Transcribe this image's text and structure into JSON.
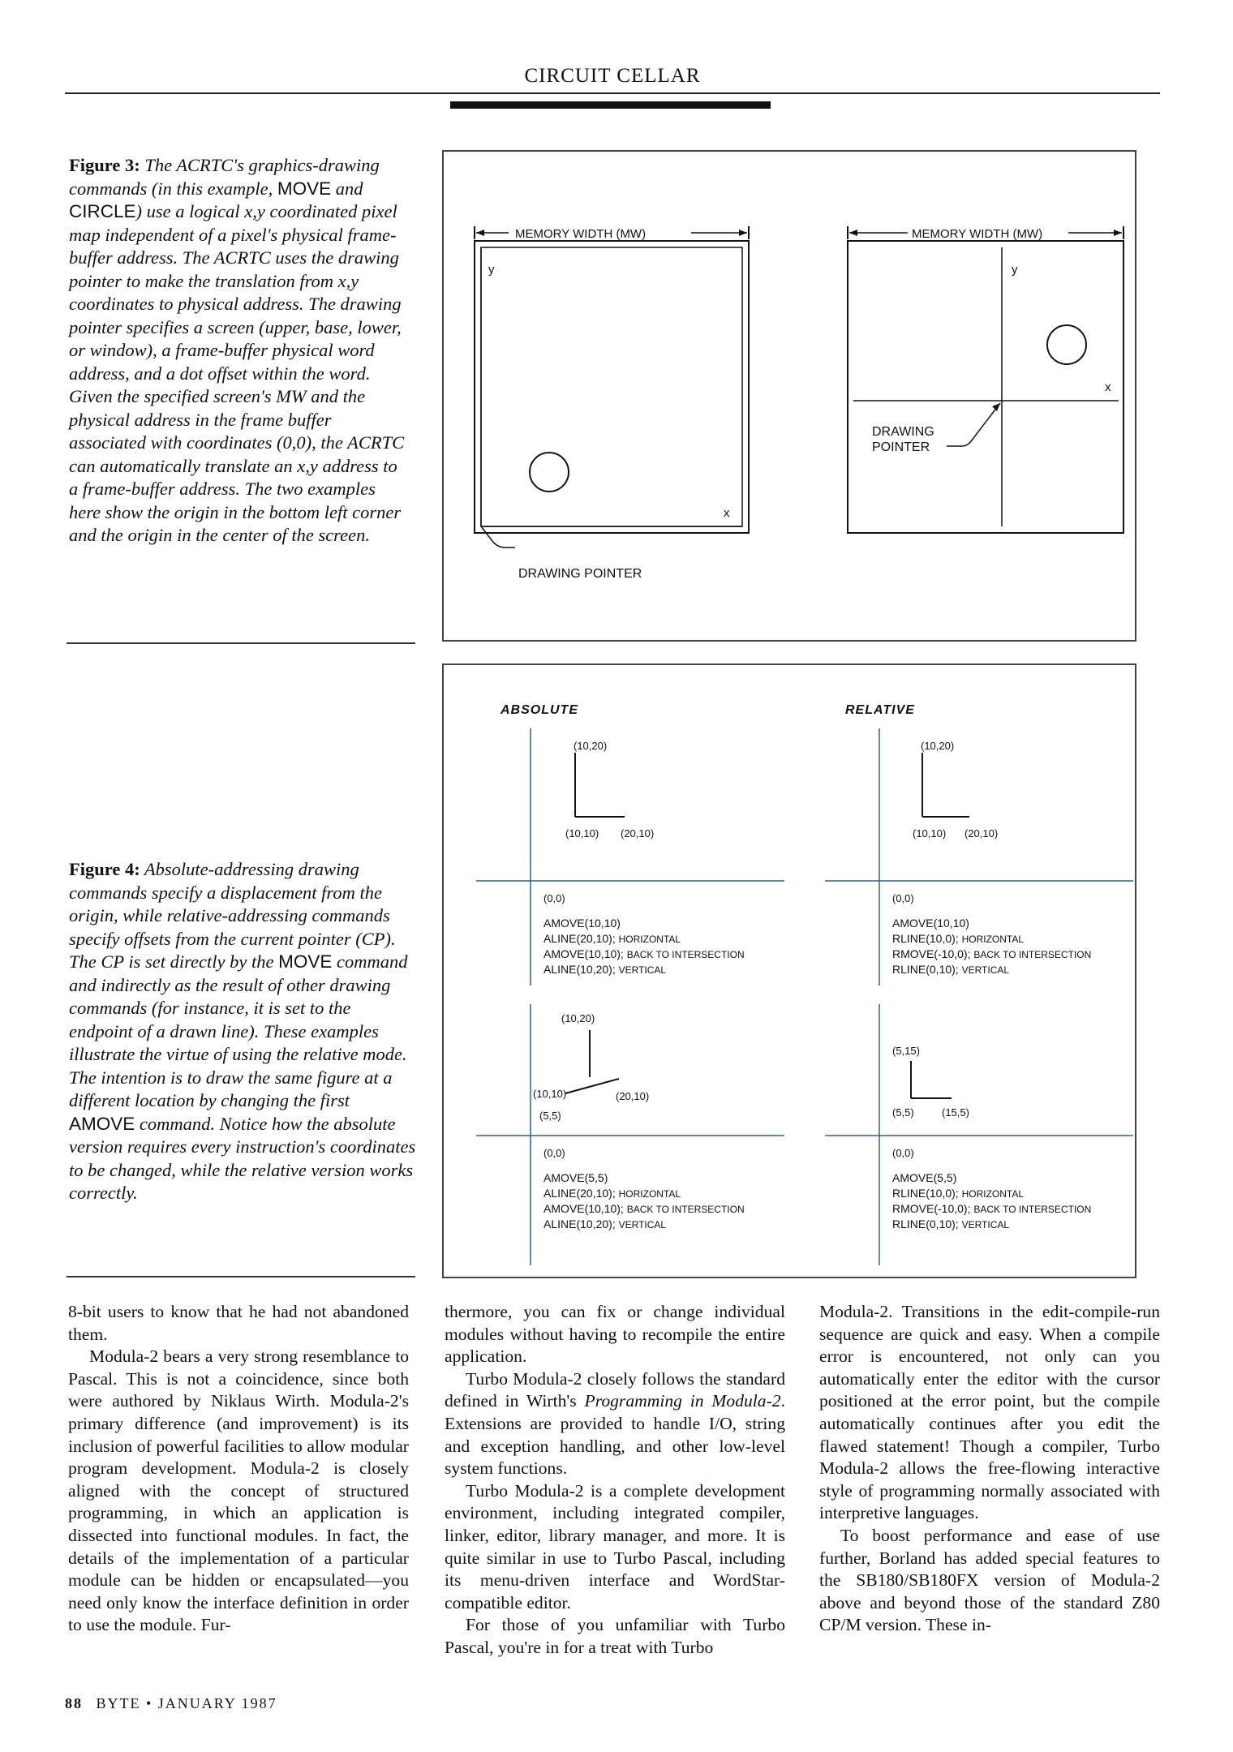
{
  "header": {
    "title": "CIRCUIT CELLAR"
  },
  "figure3": {
    "caption_label": "Figure 3:",
    "caption_parts": [
      "The ACRTC's graphics-drawing commands (in this example, ",
      "MOVE",
      " and ",
      "CIRCLE",
      ") use a logical x,y coordinated pixel map independent of a pixel's physical frame-buffer address. The ACRTC uses the drawing pointer to make the translation from x,y coordinates to physical address. The drawing pointer specifies a screen (upper, base, lower, or window), a frame-buffer physical word address, and a dot offset within the word. Given the specified screen's MW and the physical address in the frame buffer associated with coordinates (0,0), the ACRTC can automatically translate an x,y address to a frame-buffer address. The two examples here show the origin in the bottom left corner and the origin in the center of the screen."
    ],
    "left": {
      "width_label": "MEMORY WIDTH (MW)",
      "y_label": "y",
      "x_label": "x",
      "pointer_label": "DRAWING POINTER"
    },
    "right": {
      "width_label": "MEMORY WIDTH (MW)",
      "y_label": "y",
      "x_label": "x",
      "pointer_line1": "DRAWING",
      "pointer_line2": "POINTER"
    }
  },
  "figure4": {
    "caption_label": "Figure 4:",
    "caption_parts": [
      "Absolute-addressing drawing commands specify a displacement from the origin, while relative-addressing commands specify offsets from the current pointer (CP). The CP is set directly by the ",
      "MOVE",
      " command and indirectly as the result of other drawing commands (for instance, it is set to the endpoint of a drawn line). These examples illustrate the virtue of using the relative mode. The intention is to draw the same figure at a different location by changing the first ",
      "AMOVE",
      " command. Notice how the absolute version requires every instruction's coordinates to be changed, while the relative version works correctly."
    ],
    "absolute_title": "ABSOLUTE",
    "relative_title": "RELATIVE",
    "abs_top": {
      "p_top": "(10,20)",
      "p_corner": "(10,10)",
      "p_right": "(20,10)",
      "origin": "(0,0)",
      "code": [
        [
          "AMOVE(10,10)",
          ""
        ],
        [
          "ALINE(20,10); ",
          "HORIZONTAL"
        ],
        [
          "AMOVE(10,10); ",
          "BACK TO INTERSECTION"
        ],
        [
          "ALINE(10,20); ",
          "VERTICAL"
        ]
      ]
    },
    "rel_top": {
      "p_top": "(10,20)",
      "p_corner": "(10,10)",
      "p_right": "(20,10)",
      "origin": "(0,0)",
      "code": [
        [
          "AMOVE(10,10)",
          ""
        ],
        [
          "RLINE(10,0); ",
          "HORIZONTAL"
        ],
        [
          "RMOVE(-10,0); ",
          "BACK TO INTERSECTION"
        ],
        [
          "RLINE(0,10); ",
          "VERTICAL"
        ]
      ]
    },
    "abs_bottom": {
      "p_top": "(10,20)",
      "p_corner": "(10,10)",
      "p_right": "(20,10)",
      "p_start": "(5,5)",
      "origin": "(0,0)",
      "code": [
        [
          "AMOVE(5,5)",
          ""
        ],
        [
          "ALINE(20,10); ",
          "HORIZONTAL"
        ],
        [
          "AMOVE(10,10); ",
          "BACK TO INTERSECTION"
        ],
        [
          "ALINE(10,20); ",
          "VERTICAL"
        ]
      ]
    },
    "rel_bottom": {
      "p_top": "(5,15)",
      "p_corner": "(5,5)",
      "p_right": "(15,5)",
      "origin": "(0,0)",
      "code": [
        [
          "AMOVE(5,5)",
          ""
        ],
        [
          "RLINE(10,0); ",
          "HORIZONTAL"
        ],
        [
          "RMOVE(-10,0); ",
          "BACK TO INTERSECTION"
        ],
        [
          "RLINE(0,10); ",
          "VERTICAL"
        ]
      ]
    }
  },
  "body": {
    "col1": [
      "8-bit users to know that he had not abandoned them.",
      "Modula-2 bears a very strong resemblance to Pascal. This is not a coincidence, since both were authored by Niklaus Wirth. Modula-2's primary difference (and improvement) is its inclusion of powerful facilities to allow modular program development. Modula-2 is closely aligned with the concept of structured programming, in which an application is dissected into functional modules. In fact, the details of the implementation of a particular module can be hidden or encapsulated—you need only know the interface definition in order to use the module. Fur-"
    ],
    "col2": [
      "thermore, you can fix or change individual modules without having to recompile the entire application.",
      "Turbo Modula-2 closely follows the standard defined in Wirth's ",
      "Programming in Modula-2",
      ". Extensions are provided to handle I/O, string and exception handling, and other low-level system functions.",
      "Turbo Modula-2 is a complete development environment, including integrated compiler, linker, editor, library manager, and more. It is quite similar in use to Turbo Pascal, including its menu-driven interface and WordStar-compatible editor.",
      "For those of you unfamiliar with Turbo Pascal, you're in for a treat with Turbo"
    ],
    "col3": [
      "Modula-2. Transitions in the edit-compile-run sequence are quick and easy. When a compile error is encountered, not only can you automatically enter the editor with the cursor positioned at the error point, but the compile automatically continues after you edit the flawed statement! Though a compiler, Turbo Modula-2 allows the free-flowing interactive style of programming normally associated with interpretive languages.",
      "To boost performance and ease of use further, Borland has added special features to the SB180/SB180FX version of Modula-2 above and beyond those of the standard Z80 CP/M version. These in-"
    ]
  },
  "footer": {
    "page": "88",
    "text": "BYTE • JANUARY 1987"
  },
  "colors": {
    "blue_axis": "#2f5f9a",
    "ink": "#111111"
  }
}
